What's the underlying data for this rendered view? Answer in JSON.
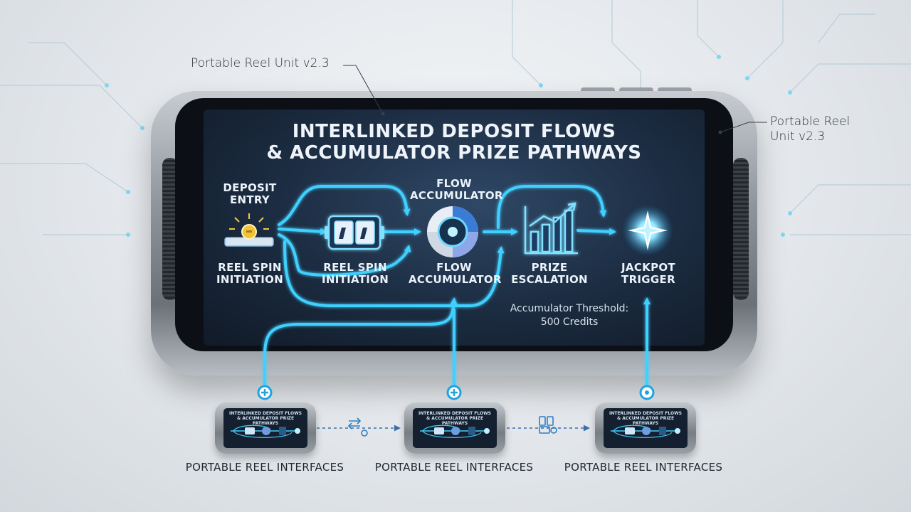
{
  "callouts": {
    "left": "Portable Reel Unit v2.3",
    "right": "Portable Reel Unit v2.3"
  },
  "screen": {
    "title_line1": "INTERLINKED DEPOSIT FLOWS",
    "title_line2": "& ACCUMULATOR PRIZE PATHWAYS"
  },
  "nodes": [
    {
      "id": "deposit-entry",
      "label_lines": [
        "DEPOSIT",
        "ENTRY"
      ],
      "icon": "coin-slot-icon"
    },
    {
      "id": "reel-spin-initiation-left",
      "label_lines": [
        "REEL SPIN",
        "INITIATION"
      ]
    },
    {
      "id": "reel-spin-initiation",
      "label_lines": [
        "REEL SPIN",
        "INITIATION"
      ],
      "icon": "slot-reels-icon"
    },
    {
      "id": "flow-accumulator-top",
      "label_lines": [
        "FLOW",
        "ACCUMULATOR"
      ]
    },
    {
      "id": "flow-accumulator",
      "label_lines": [
        "FLOW",
        "ACCUMULATOR"
      ],
      "icon": "ring-gauge-icon"
    },
    {
      "id": "prize-escalation",
      "label_lines": [
        "PRIZE",
        "ESCALATION"
      ],
      "icon": "rising-bar-chart-icon"
    },
    {
      "id": "jackpot-trigger",
      "label_lines": [
        "JACKPOT",
        "TRIGGER"
      ],
      "icon": "starburst-icon"
    }
  ],
  "threshold": {
    "line1": "Accumulator Threshold:",
    "line2": "500 Credits"
  },
  "mini_devices": [
    {
      "label": "PORTABLE REEL INTERFACES",
      "connector_icon": "plus-icon"
    },
    {
      "label": "PORTABLE REEL INTERFACES",
      "connector_icon": "plus-icon"
    },
    {
      "label": "PORTABLE REEL INTERFACES",
      "connector_icon": "target-icon"
    }
  ],
  "mini_screen": {
    "title_line1": "INTERLINKED DEPOSIT FLOWS",
    "title_line2": "& ACCUMULATOR PRIZE PATHWAYS"
  },
  "link_icons": [
    "sync-arrows-icon",
    "transfer-card-icon"
  ],
  "colors": {
    "flow_cyan": "#3fd0ff",
    "screen_dark": "#17263a",
    "device_metal": "#8f959c",
    "circuit_line": "#aec6d4"
  }
}
